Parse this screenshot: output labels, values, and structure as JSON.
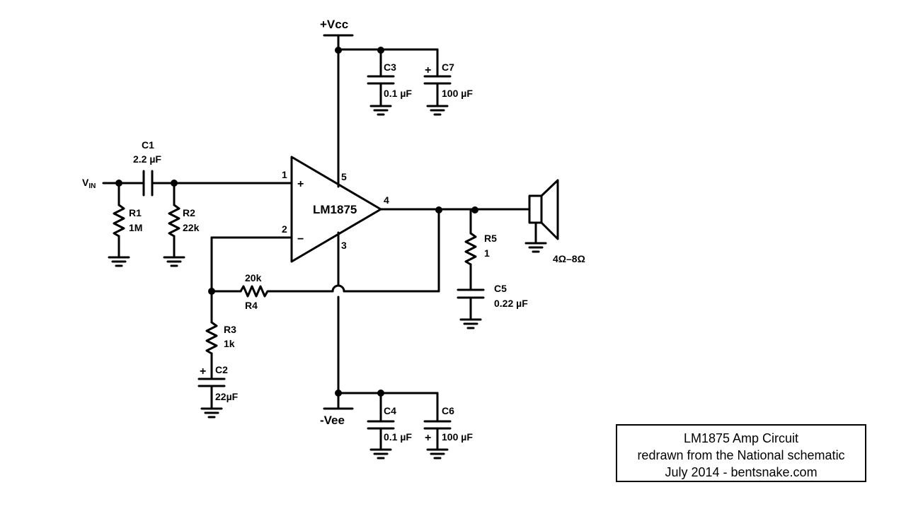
{
  "supply": {
    "positive": "+Vcc",
    "negative": "-Vee"
  },
  "ic": {
    "name": "LM1875",
    "pins": {
      "noninv": "1",
      "inv": "2",
      "neg_supply": "3",
      "output": "4",
      "pos_supply": "5"
    },
    "noninv_sign": "+",
    "inv_sign": "−"
  },
  "components": {
    "vin": {
      "label": "V",
      "sub": "IN"
    },
    "c1": {
      "ref": "C1",
      "value": "2.2 µF"
    },
    "r1": {
      "ref": "R1",
      "value": "1M"
    },
    "r2": {
      "ref": "R2",
      "value": "22k"
    },
    "r3": {
      "ref": "R3",
      "value": "1k"
    },
    "r4": {
      "ref": "R4",
      "value": "20k"
    },
    "r5": {
      "ref": "R5",
      "value": "1"
    },
    "c2": {
      "ref": "C2",
      "value": "22µF"
    },
    "c3": {
      "ref": "C3",
      "value": "0.1 µF"
    },
    "c4": {
      "ref": "C4",
      "value": "0.1 µF"
    },
    "c5": {
      "ref": "C5",
      "value": "0.22 µF"
    },
    "c6": {
      "ref": "C6",
      "value": "100 µF"
    },
    "c7": {
      "ref": "C7",
      "value": "100 µF"
    },
    "speaker": {
      "value": "4Ω–8Ω"
    },
    "polarity_mark": "+"
  },
  "title_block": {
    "line1": "LM1875 Amp Circuit",
    "line2": "redrawn from the National schematic",
    "line3": "July 2014 - bentsnake.com"
  }
}
